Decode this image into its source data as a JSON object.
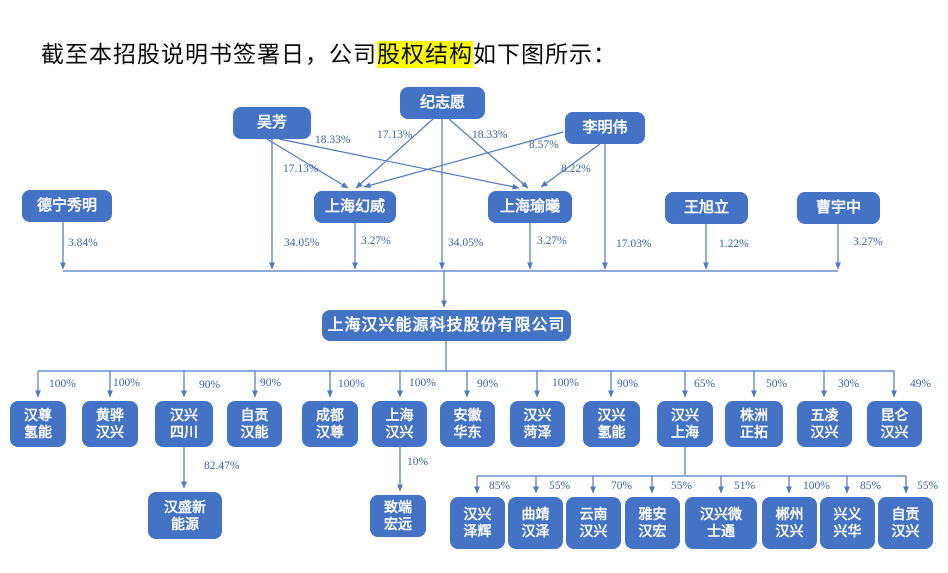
{
  "heading": {
    "pre": "截至本招股说明书签署日，公司",
    "highlight": "股权结构",
    "post": "如下图所示："
  },
  "colors": {
    "node_fill": "#4472c4",
    "node_text": "#ffffff",
    "wire": "#4d78c4",
    "pct_text": "#3d5fb0",
    "highlight_bg": "#ffff00"
  },
  "nodes": {
    "wu_fang": "吴芳",
    "ji_zhi_yuan": "纪志愿",
    "li_ming_wei": "李明伟",
    "de_ning_xiu_ming": "德宁秀明",
    "shanghai_huanwei": "上海幻威",
    "shanghai_yuxi": "上海瑜曦",
    "wang_xu_li": "王旭立",
    "cao_yu_zhong": "曹宇中",
    "company": "上海汉兴能源科技股份有限公司",
    "han_sheng_new_energy": "汉盛新\n能源",
    "zhi_duan_hong_yuan": "致端\n宏远"
  },
  "ownership_labels": {
    "wu_fang_to_huanwei": "17.13%",
    "wu_fang_to_yuxi": "18.33%",
    "ji_zhi_yuan_to_huanwei": "17.13%",
    "ji_zhi_yuan_to_yuxi": "18.33%",
    "li_ming_wei_to_huanwei": "8.57%",
    "li_ming_wei_to_yuxi": "8.22%",
    "wu_fang_to_company": "34.05%",
    "ji_zhi_yuan_to_company": "34.05%",
    "li_ming_wei_to_company": "17.03%",
    "de_ning_xiu_ming_to_company": "3.84%",
    "huanwei_to_company": "3.27%",
    "yuxi_to_company": "3.27%",
    "wang_xu_li_to_company": "1.22%",
    "cao_yu_zhong_to_company": "3.27%",
    "sichuan_to_hansheng": "82.47%",
    "shanghai_hanxing_to_zhiduan": "10%"
  },
  "subsidiaries": [
    {
      "label": "汉尊\n氢能",
      "pct": "100%"
    },
    {
      "label": "黄骅\n汉兴",
      "pct": "100%"
    },
    {
      "label": "汉兴\n四川",
      "pct": "90%"
    },
    {
      "label": "自贡\n汉能",
      "pct": "90%"
    },
    {
      "label": "成都\n汉尊",
      "pct": "100%"
    },
    {
      "label": "上海\n汉兴",
      "pct": "100%"
    },
    {
      "label": "安徽\n华东",
      "pct": "90%"
    },
    {
      "label": "汉兴\n菏泽",
      "pct": "100%"
    },
    {
      "label": "汉兴\n氢能",
      "pct": "90%"
    },
    {
      "label": "汉兴\n上海",
      "pct": "65%"
    },
    {
      "label": "株洲\n正拓",
      "pct": "50%"
    },
    {
      "label": "五凌\n汉兴",
      "pct": "30%"
    },
    {
      "label": "昆仑\n汉兴",
      "pct": "49%"
    }
  ],
  "hanxing_shanghai_children": [
    {
      "label": "汉兴\n泽辉",
      "pct": "85%"
    },
    {
      "label": "曲靖\n汉泽",
      "pct": "55%"
    },
    {
      "label": "云南\n汉兴",
      "pct": "70%"
    },
    {
      "label": "雅安\n汉宏",
      "pct": "55%"
    },
    {
      "label": "汉兴微\n士通",
      "pct": "51%"
    },
    {
      "label": "郴州\n汉兴",
      "pct": "100%"
    },
    {
      "label": "兴义\n兴华",
      "pct": "85%"
    },
    {
      "label": "自贡\n汉兴",
      "pct": "55%"
    }
  ]
}
